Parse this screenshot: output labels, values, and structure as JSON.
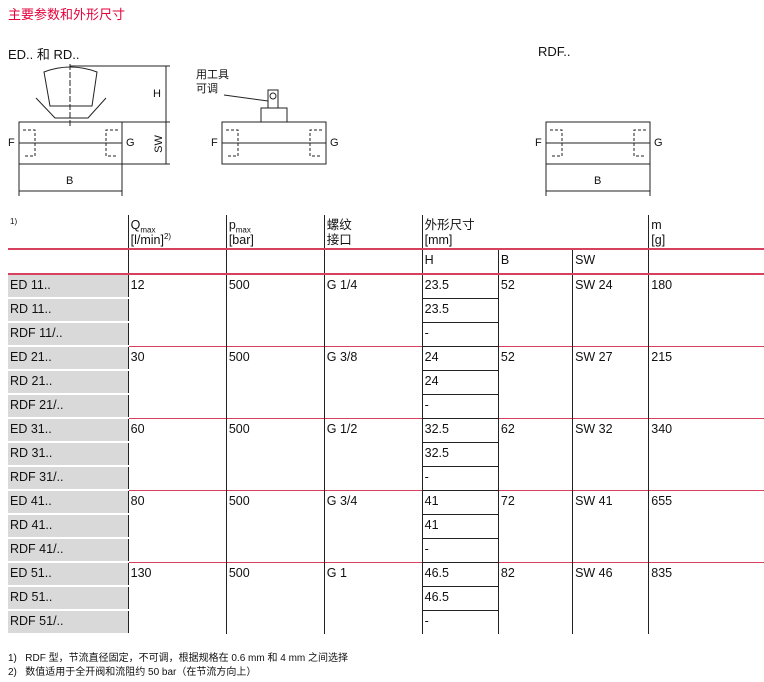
{
  "title": "主要参数和外形尺寸",
  "drawing": {
    "left_label": "ED.. 和 RD..",
    "right_label": "RDF..",
    "tool_note_1": "用工具",
    "tool_note_2": "可调",
    "H": "H",
    "SW": "SW",
    "B": "B",
    "F": "F",
    "G": "G"
  },
  "table": {
    "note_ref": "1)",
    "headers": {
      "q": "Q",
      "q_sub": "max",
      "q_unit": "[l/min]",
      "q_sup": "2)",
      "p": "p",
      "p_sub": "max",
      "p_unit": "[bar]",
      "thread_1": "螺纹",
      "thread_2": "接口",
      "dims": "外形尺寸",
      "dims_unit": "[mm]",
      "m": "m",
      "m_unit": "[g]",
      "H": "H",
      "B": "B",
      "SW": "SW"
    },
    "groups": [
      {
        "types": [
          "ED 11..",
          "RD 11..",
          "RDF 11/.."
        ],
        "q": "12",
        "p": "500",
        "thread": "G 1/4",
        "H": [
          "23.5",
          "23.5",
          "-"
        ],
        "B": "52",
        "SW": "SW 24",
        "m": "180"
      },
      {
        "types": [
          "ED 21..",
          "RD 21..",
          "RDF 21/.."
        ],
        "q": "30",
        "p": "500",
        "thread": "G 3/8",
        "H": [
          "24",
          "24",
          "-"
        ],
        "B": "52",
        "SW": "SW 27",
        "m": "215"
      },
      {
        "types": [
          "ED 31..",
          "RD 31..",
          "RDF 31/.."
        ],
        "q": "60",
        "p": "500",
        "thread": "G 1/2",
        "H": [
          "32.5",
          "32.5",
          "-"
        ],
        "B": "62",
        "SW": "SW 32",
        "m": "340"
      },
      {
        "types": [
          "ED 41..",
          "RD 41..",
          "RDF 41/.."
        ],
        "q": "80",
        "p": "500",
        "thread": "G 3/4",
        "H": [
          "41",
          "41",
          "-"
        ],
        "B": "72",
        "SW": "SW 41",
        "m": "655"
      },
      {
        "types": [
          "ED 51..",
          "RD 51..",
          "RDF 51/.."
        ],
        "q": "130",
        "p": "500",
        "thread": "G 1",
        "H": [
          "46.5",
          "46.5",
          "-"
        ],
        "B": "82",
        "SW": "SW 46",
        "m": "835"
      }
    ]
  },
  "footnotes": [
    {
      "n": "1)",
      "text": "RDF 型，节流直径固定，不可调，根据规格在 0.6 mm 和 4 mm 之间选择"
    },
    {
      "n": "2)",
      "text": "数值适用于全开阀和流阻约 50 bar（在节流方向上）"
    }
  ]
}
